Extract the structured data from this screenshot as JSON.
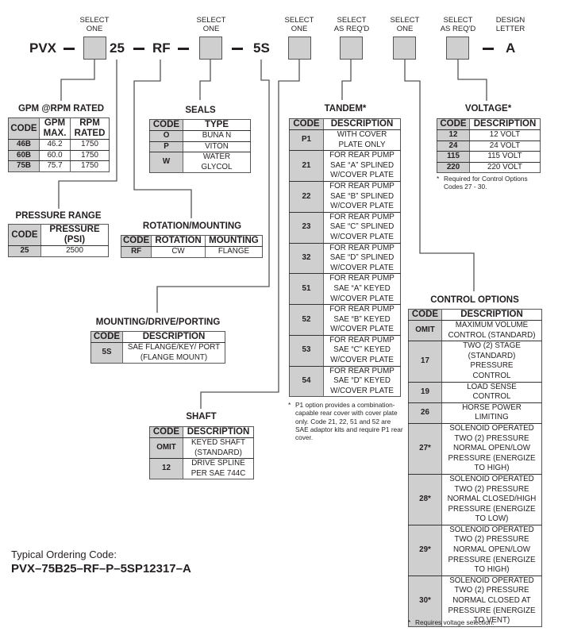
{
  "header": {
    "prefix": "PVX",
    "fixed_codes": {
      "pressure": "25",
      "rotation": "RF",
      "mounting": "5S",
      "design_letter": "A"
    },
    "select_labels": {
      "gpm": "SELECT\nONE",
      "seals": "SELECT\nONE",
      "shaft": "SELECT\nONE",
      "tandem": "SELECT\nAS REQ'D",
      "control": "SELECT\nONE",
      "voltage": "SELECT\nAS REQ'D",
      "design": "DESIGN\nLETTER"
    }
  },
  "gpm": {
    "title": "GPM @RPM RATED",
    "headers": [
      "CODE",
      "GPM MAX.",
      "RPM RATED"
    ],
    "rows": [
      {
        "code": "46B",
        "gpm": "46.2",
        "rpm": "1750"
      },
      {
        "code": "60B",
        "gpm": "60.0",
        "rpm": "1750"
      },
      {
        "code": "75B",
        "gpm": "75.7",
        "rpm": "1750"
      }
    ]
  },
  "seals": {
    "title": "SEALS",
    "headers": [
      "CODE",
      "TYPE"
    ],
    "rows": [
      {
        "code": "O",
        "desc": "BUNA N"
      },
      {
        "code": "P",
        "desc": "VITON"
      },
      {
        "code": "W",
        "desc": "WATER GLYCOL"
      }
    ]
  },
  "pressure": {
    "title": "PRESSURE RANGE",
    "headers": [
      "CODE",
      "PRESSURE (PSI)"
    ],
    "rows": [
      {
        "code": "25",
        "desc": "2500"
      }
    ]
  },
  "rotation": {
    "title": "ROTATION/MOUNTING",
    "headers": [
      "CODE",
      "ROTATION",
      "MOUNTING"
    ],
    "rows": [
      {
        "code": "RF",
        "rotation": "CW",
        "mounting": "FLANGE"
      }
    ]
  },
  "mounting": {
    "title": "MOUNTING/DRIVE/PORTING",
    "headers": [
      "CODE",
      "DESCRIPTION"
    ],
    "rows": [
      {
        "code": "5S",
        "desc": "SAE FLANGE/KEY/ PORT (FLANGE MOUNT)"
      }
    ]
  },
  "shaft": {
    "title": "SHAFT",
    "headers": [
      "CODE",
      "DESCRIPTION"
    ],
    "rows": [
      {
        "code": "OMIT",
        "desc": "KEYED SHAFT (STANDARD)"
      },
      {
        "code": "12",
        "desc": "DRIVE SPLINE PER SAE 744C"
      }
    ]
  },
  "tandem": {
    "title": "TANDEM*",
    "headers": [
      "CODE",
      "DESCRIPTION"
    ],
    "rows": [
      {
        "code": "P1",
        "desc": "WITH COVER PLATE ONLY"
      },
      {
        "code": "21",
        "desc": "FOR REAR PUMP SAE “A” SPLINED W/COVER PLATE"
      },
      {
        "code": "22",
        "desc": "FOR REAR PUMP SAE “B” SPLINED W/COVER PLATE"
      },
      {
        "code": "23",
        "desc": "FOR REAR PUMP SAE “C” SPLINED W/COVER PLATE"
      },
      {
        "code": "32",
        "desc": "FOR REAR PUMP SAE “D” SPLINED W/COVER PLATE"
      },
      {
        "code": "51",
        "desc": "FOR REAR PUMP SAE “A” KEYED W/COVER PLATE"
      },
      {
        "code": "52",
        "desc": "FOR REAR PUMP SAE “B” KEYED W/COVER PLATE"
      },
      {
        "code": "53",
        "desc": "FOR REAR PUMP SAE “C” KEYED W/COVER PLATE"
      },
      {
        "code": "54",
        "desc": "FOR REAR PUMP SAE “D” KEYED W/COVER PLATE"
      }
    ],
    "note_star": "*",
    "note": "P1 option provides a combination-capable rear cover with cover plate only. Code 21, 22, 51 and 52 are SAE adaptor kits and require P1 rear cover."
  },
  "voltage": {
    "title": "VOLTAGE*",
    "headers": [
      "CODE",
      "DESCRIPTION"
    ],
    "rows": [
      {
        "code": "12",
        "desc": "12 VOLT"
      },
      {
        "code": "24",
        "desc": "24 VOLT"
      },
      {
        "code": "115",
        "desc": "115 VOLT"
      },
      {
        "code": "220",
        "desc": "220 VOLT"
      }
    ],
    "note_star": "*",
    "note": "Required for Control Options Codes 27 - 30."
  },
  "control": {
    "title": "CONTROL OPTIONS",
    "headers": [
      "CODE",
      "DESCRIPTION"
    ],
    "rows": [
      {
        "code": "OMIT",
        "desc": "MAXIMUM VOLUME CONTROL (STANDARD)"
      },
      {
        "code": "17",
        "desc": "TWO (2) STAGE (STANDARD) PRESSURE CONTROL"
      },
      {
        "code": "19",
        "desc": "LOAD SENSE CONTROL"
      },
      {
        "code": "26",
        "desc": "HORSE POWER LIMITING"
      },
      {
        "code": "27*",
        "desc": "SOLENOID OPERATED TWO (2) PRESSURE NORMAL OPEN/LOW PRESSURE (ENERGIZE TO HIGH)"
      },
      {
        "code": "28*",
        "desc": "SOLENOID OPERATED TWO (2) PRESSURE NORMAL CLOSED/HIGH PRESSURE (ENERGIZE TO LOW)"
      },
      {
        "code": "29*",
        "desc": "SOLENOID OPERATED TWO (2) PRESSURE NORMAL OPEN/LOW PRESSURE (ENERGIZE TO HIGH)"
      },
      {
        "code": "30*",
        "desc": "SOLENOID OPERATED TWO (2) PRESSURE NORMAL CLOSED AT PRESSURE (ENERGIZE TO VENT)"
      }
    ],
    "note_star": "*",
    "note": "Requires voltage selection."
  },
  "typical": {
    "label": "Typical Ordering Code:",
    "code": "PVX–75B25–RF–P–5SP12317–A"
  }
}
